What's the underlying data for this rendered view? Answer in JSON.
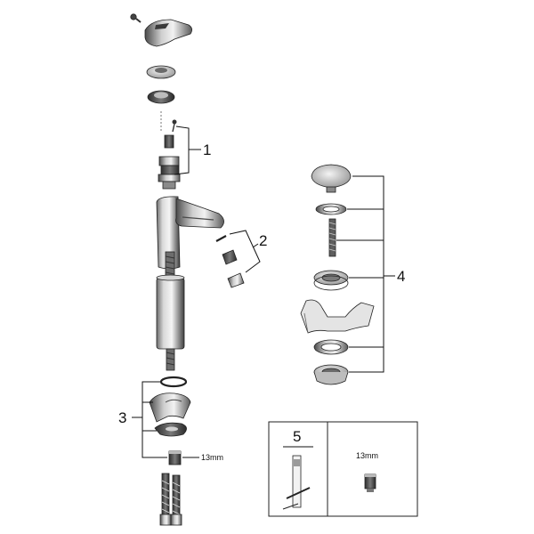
{
  "callouts": {
    "one": "1",
    "two": "2",
    "three": "3",
    "four": "4",
    "five": "5"
  },
  "labels": {
    "wrench_size_left": "13mm",
    "wrench_size_box": "13mm"
  },
  "colors": {
    "chrome_dark": "#555555",
    "chrome_mid": "#9a9a9a",
    "chrome_light": "#e6e6e6",
    "line": "#111111"
  }
}
